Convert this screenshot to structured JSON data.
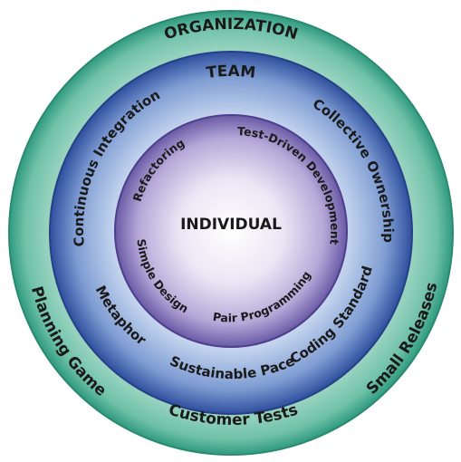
{
  "rings": {
    "organization": {
      "title": "ORGANIZATION",
      "color": "#2f9a7f",
      "practices": {
        "left": "Planning Game",
        "right": "Small Releases",
        "bottom": "Customer Tests"
      }
    },
    "team": {
      "title": "TEAM",
      "color": "#2f4f9e",
      "practices": {
        "left_upper": "Continuous Integration",
        "right_upper": "Collective Ownership",
        "left_lower": "Metaphor",
        "right_lower": "Coding Standard",
        "bottom": "Sustainable Pace"
      }
    },
    "individual": {
      "title": "INDIVIDUAL",
      "color": "#6a5aa6",
      "practices": {
        "upper_left": "Refactoring",
        "upper_right": "Test-Driven Development",
        "lower_left": "Simple Design",
        "lower_right": "Pair Programming"
      }
    }
  }
}
